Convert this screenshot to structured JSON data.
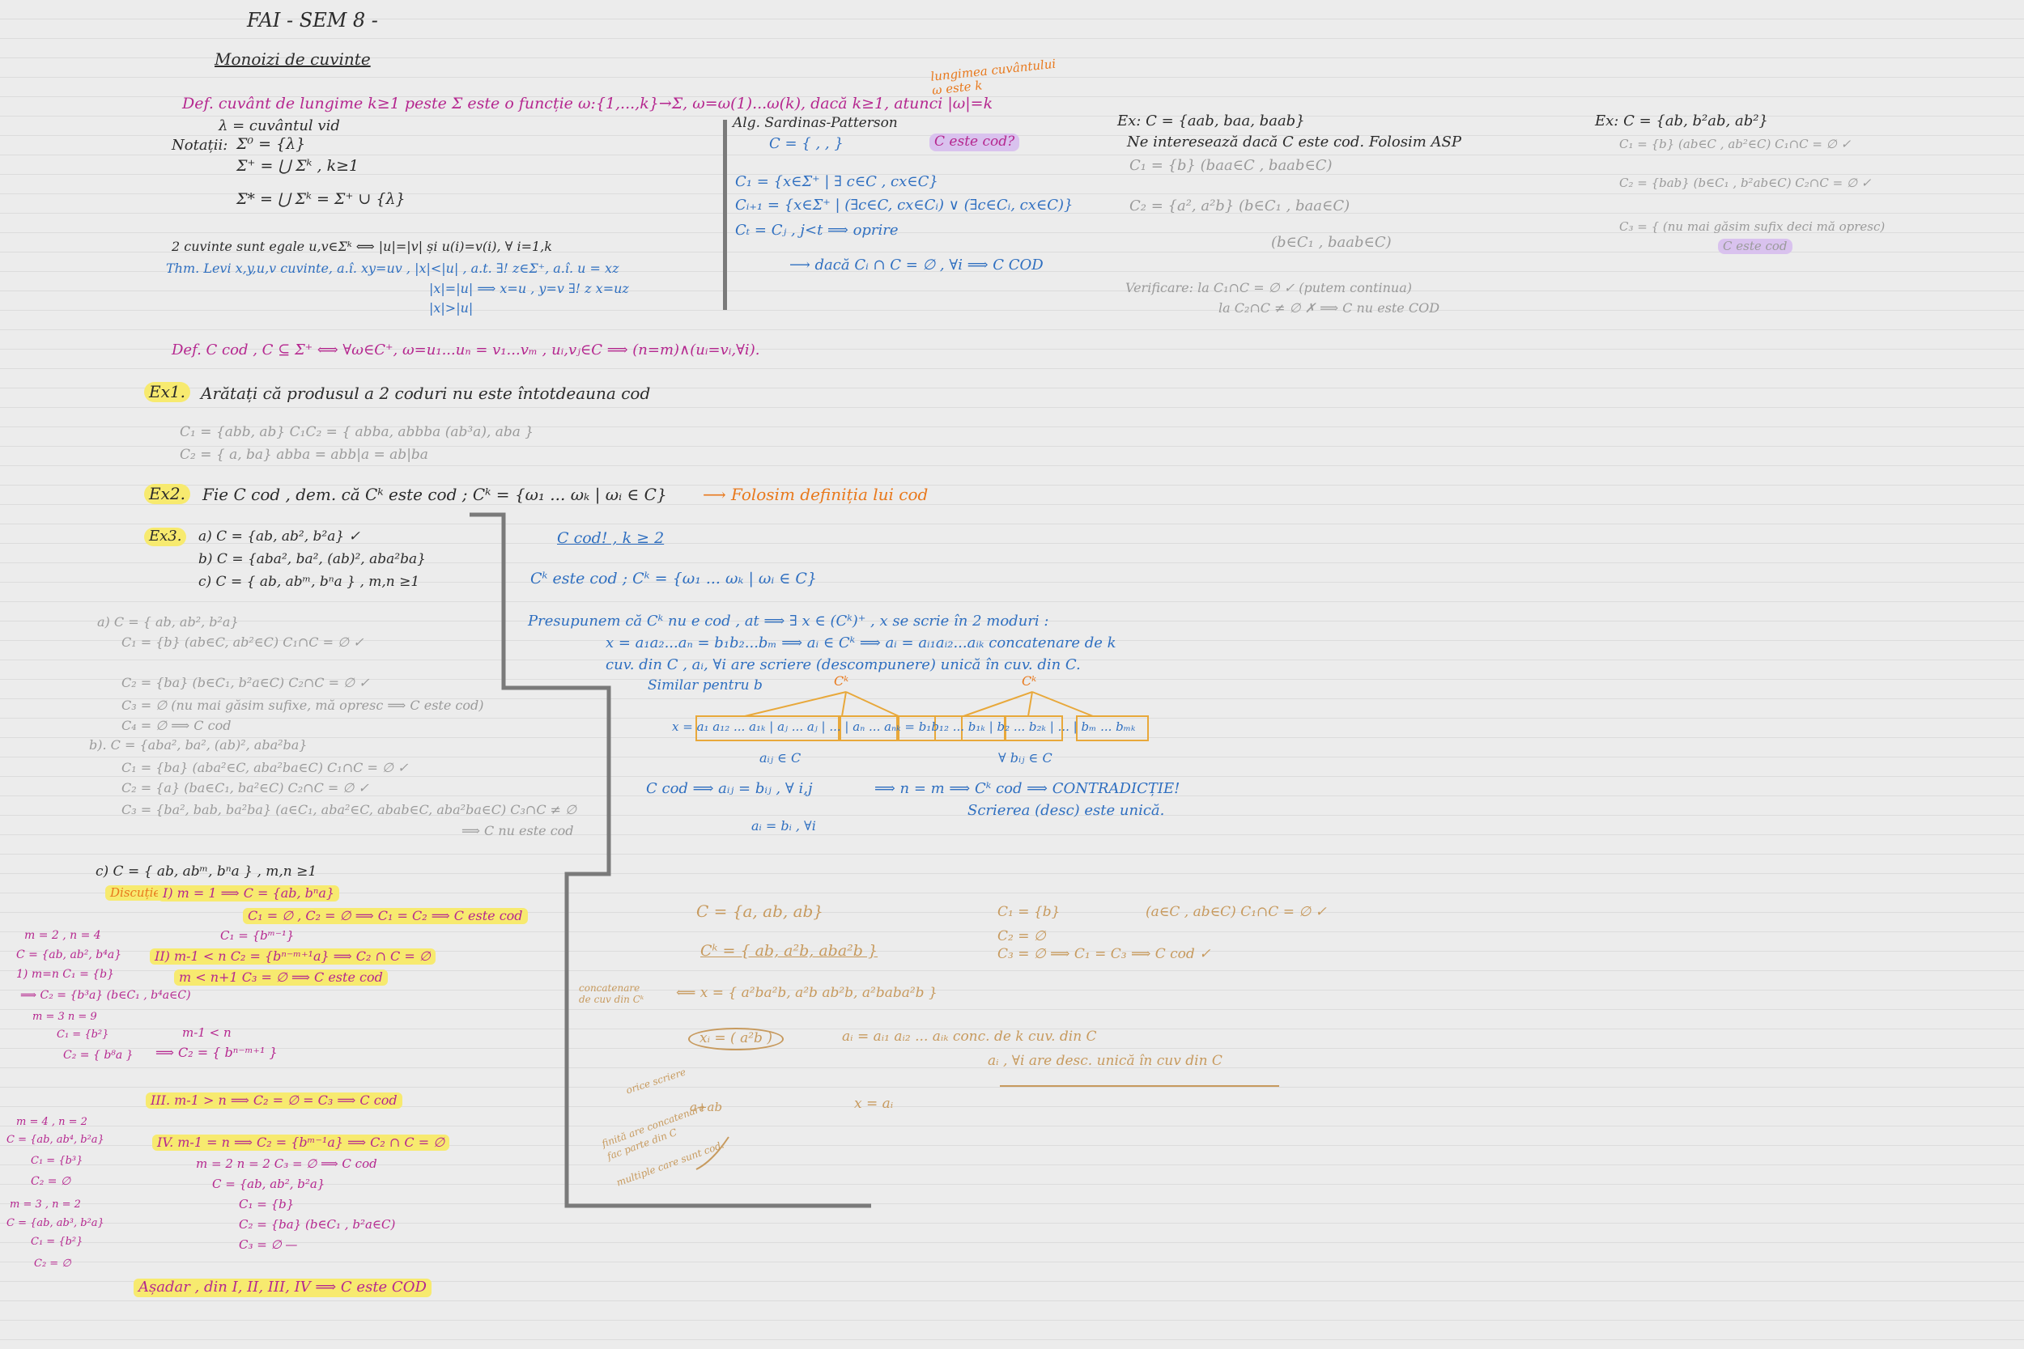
{
  "title": "FAI - SEM 8 -",
  "section": "Monoizi de cuvinte",
  "def1": {
    "main": "Def. cuvânt de lungime k≥1 peste Σ este o funcție ω:{1,...,k}→Σ, ω=ω(1)...ω(k), dacă k≥1, atunci |ω|=k",
    "note_orange": "lungimea cuvântului ω este k",
    "lambda": "λ = cuvântul vid",
    "notatii_label": "Notații:",
    "n1": "Σ⁰ = {λ}",
    "n2": "Σ⁺ = ⋃ Σᵏ , k≥1",
    "n3": "Σ* = ⋃ Σᵏ = Σ⁺ ∪ {λ}",
    "equal": "2 cuvinte sunt egale u,v∈Σᵏ ⟺ |u|=|v| și u(i)=v(i), ∀ i=1,k",
    "levi": "Thm. Levi  x,y,u,v cuvinte, a.î. xy=uv ,  |x|<|u| , a.t. ∃! z∈Σ⁺, a.î. u = xz",
    "levi2": "|x|=|u|  ⟹ x=u , y=v  ∃! z    x=uz",
    "levi3": "|x|>|u|"
  },
  "sp": {
    "title": "Alg. Sardinas-Patterson",
    "c": "C = { , , }",
    "c_cod": "C este cod?",
    "c1": "C₁ = {x∈Σ⁺ | ∃ c∈C , cx∈C}",
    "ci": "Cᵢ₊₁ = {x∈Σ⁺ | (∃c∈C, cx∈Cᵢ) ∨ (∃c∈Cᵢ, cx∈C)}",
    "ct": "Cₜ = Cⱼ , j<t ⟹ oprire",
    "result": "⟶ dacă Cᵢ ∩ C = ∅ , ∀i ⟹ C COD"
  },
  "ex_right1": {
    "title": "Ex: C = {aab, baa, baab}",
    "line1": "Ne interesează dacă C este cod. Folosim ASP",
    "c1": "C₁ = {b}        (baa∈C , baab∈C)",
    "c2": "C₂ = {a², a²b}        (b∈C₁ , baa∈C)",
    "c2b": "(b∈C₁ , baab∈C)",
    "verif1": "Verificare: la C₁∩C = ∅  ✓ (putem continua)",
    "verif2": "la C₂∩C ≠ ∅  ✗ ⟹ C nu este COD"
  },
  "ex_right2": {
    "title": "Ex: C = {ab, b²ab, ab²}",
    "c1": "C₁ = {b}        (ab∈C , ab²∈C)        C₁∩C = ∅ ✓",
    "c2": "C₂ = {bab}        (b∈C₁ , b²ab∈C)        C₂∩C = ∅ ✓",
    "c3": "C₃ = {        (nu mai găsim sufix deci mă opresc)",
    "result": "C este cod"
  },
  "def2": "Def. C cod , C ⊆ Σ⁺ ⟺ ∀ω∈C⁺, ω=u₁...uₙ = v₁...vₘ , uᵢ,vⱼ∈C ⟹ (n=m)∧(uᵢ=vᵢ,∀i).",
  "ex1": {
    "label": "Ex1.",
    "text": "Arătați că produsul a 2 coduri nu este întotdeauna cod",
    "g1": "C₁ = {abb, ab}     C₁C₂ = { abba, abbba (ab³a), aba }",
    "g2": "C₂ = { a, ba}        abba = abb|a = ab|ba"
  },
  "ex2": {
    "label": "Ex2.",
    "text": "Fie C cod , dem. că Cᵏ este cod ; Cᵏ = {ω₁ ... ωₖ | ωᵢ ∈ C}",
    "arrow": "⟶ Folosim definiția lui cod"
  },
  "ex3": {
    "label": "Ex3.",
    "a": "a)  C = {ab, ab², b²a} ✓",
    "b": "b)  C = {aba², ba², (ab)², aba²ba}",
    "c": "c)  C = { ab, abᵐ, bⁿa } , m,n ≥1"
  },
  "ex3a_gray": [
    "a) C = { ab, ab², b²a}",
    "C₁ = {b}      (ab∈C, ab²∈C)      C₁∩C = ∅ ✓",
    "C₂ = {ba}       (b∈C₁, b²a∈C)      C₂∩C = ∅ ✓",
    "C₃ = ∅        (nu mai găsim sufixe, mă opresc ⟹ C este cod)",
    "C₄ = ∅ ⟹ C cod",
    "b). C = {aba², ba², (ab)², aba²ba}",
    "C₁ = {ba}        (aba²∈C, aba²ba∈C)       C₁∩C = ∅ ✓",
    "C₂ = {a}        (ba∈C₁, ba²∈C)        C₂∩C = ∅ ✓",
    "C₃ = {ba², bab, ba²ba}      (a∈C₁, aba²∈C, abab∈C, aba²ba∈C)   C₃∩C ≠ ∅",
    "⟹ C nu este cod"
  ],
  "proof": {
    "h1": "C cod! , k ≥ 2",
    "h2": "Cᵏ este cod ; Cᵏ = {ω₁ ... ωₖ | ωᵢ ∈ C}",
    "l1": "Presupunem că Cᵏ nu e cod , at ⟹ ∃ x ∈ (Cᵏ)⁺ , x se scrie în 2 moduri :",
    "l2": "x = a₁a₂...aₙ = b₁b₂...bₘ  ⟹  aᵢ ∈ Cᵏ ⟹ aᵢ = aᵢ₁aᵢ₂...aᵢₖ concatenare de k",
    "l3": "cuv. din C , aᵢ, ∀i are scriere (descompunere) unică în cuv. din C.",
    "l4": "Similar pentru b",
    "ck": "Cᵏ",
    "row": "x = a₁ a₁₂ ... a₁ₖ | aⱼ ... aⱼ | ... | aₙ ... aₙₖ = b₁b₁₂ ... b₁ₖ | b₂ ... b₂ₖ | ... | bₘ ... bₘₖ",
    "under1": "aᵢⱼ ∈ C",
    "under2": "∀ bᵢⱼ ∈ C",
    "l5": "C cod ⟹  aᵢⱼ = bᵢⱼ , ∀ i,j",
    "l6": "aᵢ = bᵢ , ∀i",
    "l7": "⟹ n = m  ⟹  Cᵏ cod  ⟹ CONTRADICȚIE!",
    "l8": "Scrierea (desc) este unică."
  },
  "c_part": {
    "title": "c)  C = { ab, abᵐ, bⁿa } , m,n ≥1",
    "discutie": "Discuție",
    "i": "I) m = 1  ⟹ C = {ab, bⁿa}",
    "i2": "C₁ = ∅ , C₂ = ∅  ⟹ C₁ = C₂ ⟹ C este cod",
    "ii_a": "C₁ = {bᵐ⁻¹}",
    "ii": "II)  m-1 < n    C₂ = {bⁿ⁻ᵐ⁺¹a}  ⟹ C₂ ∩ C = ∅",
    "ii2": "m < n+1       C₃ = ∅  ⟹ C este cod",
    "iii": "III.  m-1 > n   ⟹ C₂ = ∅ = C₃ ⟹ C cod",
    "iv": "IV.   m-1 = n   ⟹ C₂ = {bᵐ⁻¹a}  ⟹ C₂ ∩ C = ∅",
    "iv2": "m = 2    n = 2         C₃ = ∅  ⟹ C cod",
    "iv3": "C = {ab, ab², b²a}",
    "iv4": "C₁ = {b}",
    "iv5": "C₂ = {ba}        (b∈C₁ , b²a∈C)",
    "iv6": "C₃ = ∅  —",
    "aux1": "m-1 < n",
    "aux2": "⟹ C₂ = { bⁿ⁻ᵐ⁺¹ }",
    "final": "Așadar , din I, II, III, IV ⟹ C este COD"
  },
  "margin": [
    "m = 2 , n = 4",
    "C = {ab, ab², b⁴a}",
    "1) m=n   C₁ = {b}",
    "⟹ C₂ = {b³a}   (b∈C₁ , b⁴a∈C)",
    "m = 3    n = 9",
    "C₁ = {b²}",
    "C₂ = { b⁸a }",
    "m = 4 , n = 2",
    "C = {ab, ab⁴, b²a}",
    "C₁ = {b³}",
    "C₂ = ∅",
    "m = 3 , n = 2",
    "C = {ab, ab³, b²a}",
    "C₁ = {b²}",
    "C₂ = ∅"
  ],
  "tan_block": {
    "c": "C = {a, ab, ab}",
    "ck": "Cᵏ = { ab, a²b, aba²b }",
    "x": "⟸ x = { a²ba²b, a²b ab²b, a²baba²b }",
    "side": "concatenare de cuv din Cᵏ",
    "xi": "xᵢ = ( a²b )",
    "ai": "aᵢ = aᵢ₁ aᵢ₂ ... aᵢₖ  conc. de k cuv. din C",
    "ai2": "aᵢ , ∀i are desc. unică în cuv din C",
    "xa": "x = aᵢ",
    "slant1": "orice scriere",
    "slant2": "finită are concatenare",
    "slant3": "fac parte din C",
    "slant4": "multiple care sunt cod.",
    "aab": "a+ab",
    "r1": "C₁ = {b}",
    "r1b": "(a∈C , ab∈C)  C₁∩C = ∅ ✓",
    "r2": "C₂ = ∅",
    "r3": "C₃ = ∅   ⟹ C₁ = C₃ ⟹ C cod ✓"
  },
  "colors": {
    "magenta": "#b5278f",
    "blue": "#2f6fc0",
    "orange": "#e8791d",
    "highlight_yellow": "#f7ea6f",
    "highlight_purple": "#d9c2ee",
    "tan": "#c79a5e"
  }
}
